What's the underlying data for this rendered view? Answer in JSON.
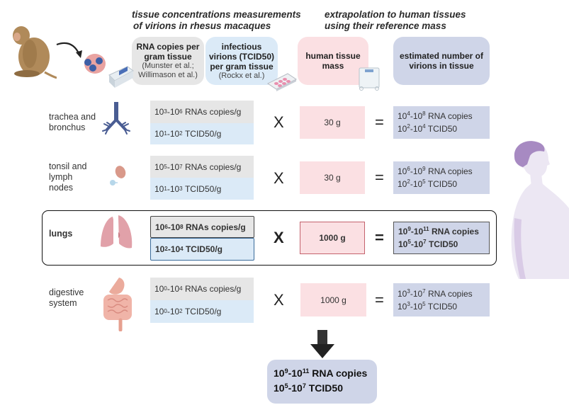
{
  "header": {
    "measurements_title_line1": "tissue concentrations measurements",
    "measurements_title_line2": "of virions in rhesus macaques",
    "extrapolation_title_line1": "extrapolation to human tissues",
    "extrapolation_title_line2": "using their reference mass",
    "col_rna": {
      "title_line1": "RNA copies per",
      "title_line2": "gram tissue",
      "source_line1": "(Munster et al.;",
      "source_line2": "Willimason et al.)"
    },
    "col_tcid": {
      "title_line1": "infectious",
      "title_line2": "virions (TCID50)",
      "title_line3": "per gram tissue",
      "source": "(Rockx et al.)"
    },
    "col_mass": {
      "title_line1": "human tissue",
      "title_line2": "mass"
    },
    "col_estimate": {
      "title_line1": "estimated number of",
      "title_line2": "virions in tissue"
    }
  },
  "operators": {
    "multiply": "X",
    "equals": "="
  },
  "rows": [
    {
      "label_line1": "trachea and",
      "label_line2": "bronchus",
      "label_line3": "",
      "rna": {
        "a": "10",
        "a_exp": "3",
        "b": "10",
        "b_exp": "6",
        "unit": "RNAs copies/g"
      },
      "tcid": {
        "a": "10",
        "a_exp": "1",
        "b": "10",
        "b_exp": "2",
        "unit": "TCID50/g"
      },
      "mass": "30 g",
      "est_rna": {
        "a": "10",
        "a_exp": "4",
        "b": "10",
        "b_exp": "8",
        "unit": "RNA copies"
      },
      "est_tcid": {
        "a": "10",
        "a_exp": "2",
        "b": "10",
        "b_exp": "4",
        "unit": "TCID50"
      }
    },
    {
      "label_line1": "tonsil and",
      "label_line2": "lymph",
      "label_line3": "nodes",
      "rna": {
        "a": "10",
        "a_exp": "5",
        "b": "10",
        "b_exp": "7",
        "unit": "RNAs copies/g"
      },
      "tcid": {
        "a": "10",
        "a_exp": "1",
        "b": "10",
        "b_exp": "3",
        "unit": "TCID50/g"
      },
      "mass": "30 g",
      "est_rna": {
        "a": "10",
        "a_exp": "6",
        "b": "10",
        "b_exp": "9",
        "unit": "RNA copies"
      },
      "est_tcid": {
        "a": "10",
        "a_exp": "2",
        "b": "10",
        "b_exp": "5",
        "unit": "TCID50"
      }
    },
    {
      "label_line1": "lungs",
      "label_line2": "",
      "label_line3": "",
      "rna": {
        "a": "10",
        "a_exp": "6",
        "b": "10",
        "b_exp": "8",
        "unit": "RNAs copies/g"
      },
      "tcid": {
        "a": "10",
        "a_exp": "2",
        "b": "10",
        "b_exp": "4",
        "unit": "TCID50/g"
      },
      "mass": "1000 g",
      "est_rna": {
        "a": "10",
        "a_exp": "9",
        "b": "10",
        "b_exp": "11",
        "unit": "RNA copies"
      },
      "est_tcid": {
        "a": "10",
        "a_exp": "5",
        "b": "10",
        "b_exp": "7",
        "unit": "TCID50"
      }
    },
    {
      "label_line1": "digestive",
      "label_line2": "system",
      "label_line3": "",
      "rna": {
        "a": "10",
        "a_exp": "0",
        "b": "10",
        "b_exp": "4",
        "unit": "RNAs copies/g"
      },
      "tcid": {
        "a": "10",
        "a_exp": "0",
        "b": "10",
        "b_exp": "2",
        "unit": "TCID50/g"
      },
      "mass": "1000 g",
      "est_rna": {
        "a": "10",
        "a_exp": "3",
        "b": "10",
        "b_exp": "7",
        "unit": "RNA copies"
      },
      "est_tcid": {
        "a": "10",
        "a_exp": "3",
        "b": "10",
        "b_exp": "5",
        "unit": "TCID50"
      }
    }
  ],
  "total": {
    "rna": {
      "a": "10",
      "a_exp": "9",
      "b": "10",
      "b_exp": "11",
      "unit": "RNA copies"
    },
    "tcid": {
      "a": "10",
      "a_exp": "5",
      "b": "10",
      "b_exp": "7",
      "unit": "TCID50"
    }
  },
  "colors": {
    "rna_bg": "#e6e6e6",
    "tcid_bg": "#dbeaf7",
    "mass_bg": "#fbe0e3",
    "estimate_bg": "#cfd5e8",
    "highlight_border": "#111111",
    "lung_mass_border": "#c4626d",
    "organ_trachea": "#4a5d93",
    "organ_lung": "#e1a1a9"
  },
  "icons": [
    "macaque-illustration",
    "tissue-sample-icon",
    "lab-scale-icon",
    "cell-culture-plate-icon",
    "bathroom-scale-icon",
    "trachea-icon",
    "tonsil-lymph-icon",
    "lungs-icon",
    "digestive-system-icon",
    "human-profile-illustration",
    "down-arrow-icon"
  ]
}
